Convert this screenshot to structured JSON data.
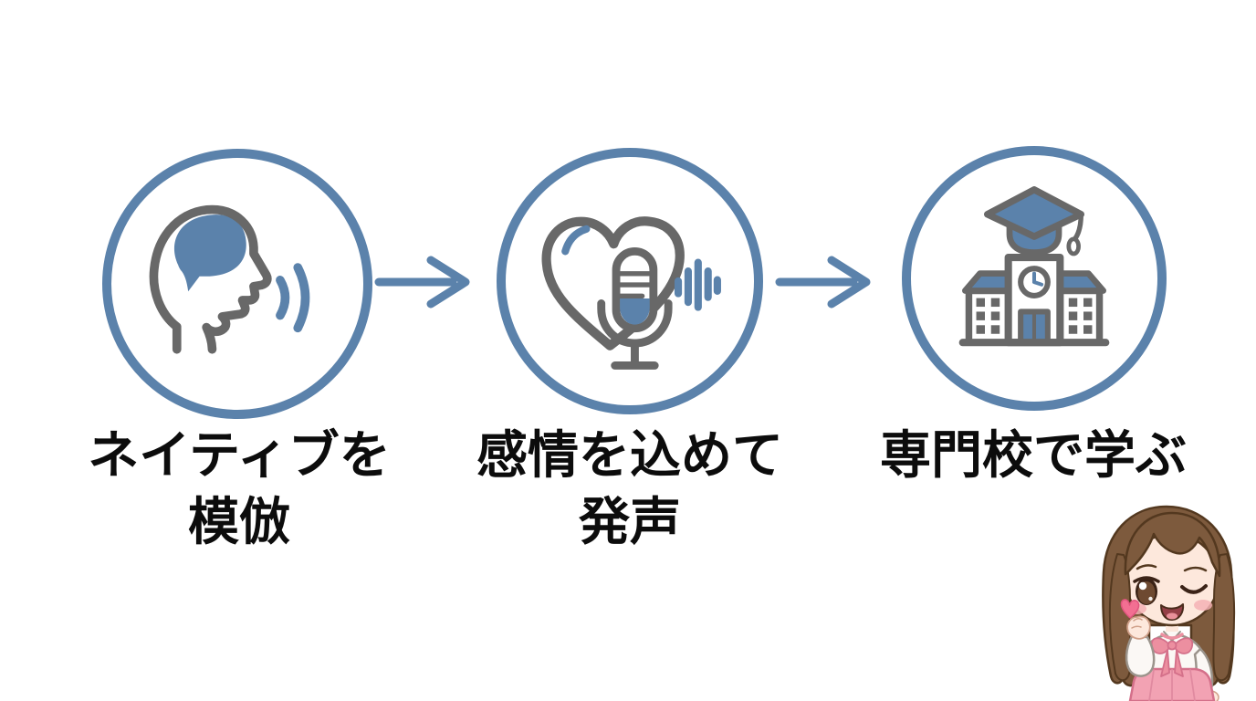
{
  "background": "#ffffff",
  "colors": {
    "accent_blue": "#5b82ab",
    "icon_gray": "#686868",
    "text_black": "#0c0c0c",
    "mascot_hair_brown": "#7d5a3d",
    "mascot_pink": "#ec8fa0"
  },
  "steps": [
    {
      "icon": "speaking-head-icon",
      "label_line1": "ネイティブを",
      "label_line2": "模倣"
    },
    {
      "icon": "heart-microphone-icon",
      "label_line1": "感情を込めて",
      "label_line2": "発声"
    },
    {
      "icon": "school-icon",
      "label_line1": "専門校で学ぶ",
      "label_line2": ""
    }
  ],
  "arrows": [
    {
      "icon": "right-arrow-icon"
    },
    {
      "icon": "right-arrow-icon"
    }
  ],
  "mascot": {
    "icon": "chibi-girl-mascot"
  }
}
